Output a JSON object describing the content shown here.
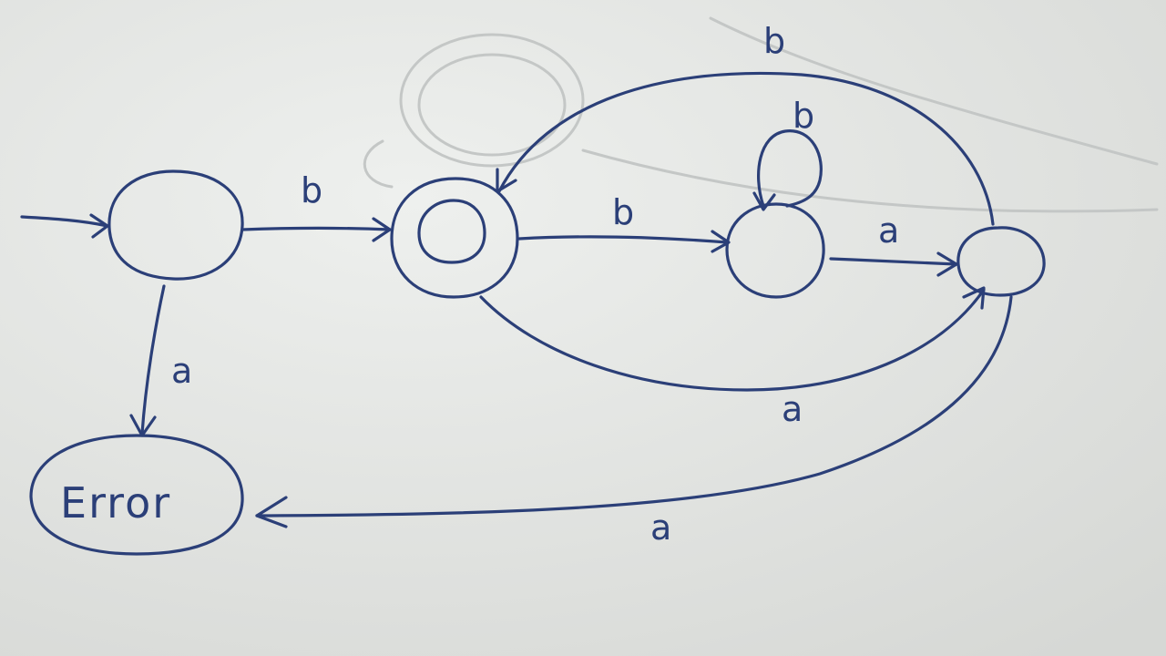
{
  "diagram": {
    "ink_color": "#2b3f78",
    "paper_color": "#e4e6e3",
    "states": [
      {
        "id": "q0",
        "label": "",
        "start": true,
        "accepting": false
      },
      {
        "id": "q1",
        "label": "",
        "start": false,
        "accepting": true
      },
      {
        "id": "q2",
        "label": "",
        "start": false,
        "accepting": false
      },
      {
        "id": "q3",
        "label": "",
        "start": false,
        "accepting": false
      },
      {
        "id": "error",
        "label": "Error",
        "start": false,
        "accepting": false
      }
    ],
    "transitions": [
      {
        "from": "q0",
        "to": "q1",
        "label": "b"
      },
      {
        "from": "q0",
        "to": "error",
        "label": "a"
      },
      {
        "from": "q1",
        "to": "q2",
        "label": "b"
      },
      {
        "from": "q1",
        "to": "q3",
        "label": "a"
      },
      {
        "from": "q2",
        "to": "q2",
        "label": "b"
      },
      {
        "from": "q2",
        "to": "q3",
        "label": "a"
      },
      {
        "from": "q3",
        "to": "q1",
        "label": "b"
      },
      {
        "from": "q3",
        "to": "error",
        "label": "a"
      }
    ]
  }
}
